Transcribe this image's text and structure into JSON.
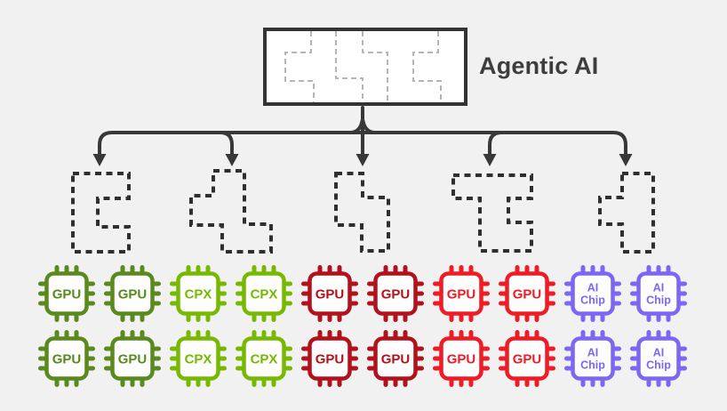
{
  "title": "Agentic AI",
  "colors": {
    "background": "#f1f1f2",
    "outline": "#383838",
    "box_border": "#333333",
    "box_fill": "#ffffff",
    "puzzle_divider_dash": "#b5b5b5",
    "workload_shape_dash": "#2f2f2f",
    "gpu_dark_green": "#5a8a1e",
    "cpx_light_green": "#76b900",
    "gpu_dark_red": "#b1121b",
    "gpu_bright_red": "#ee1c25",
    "ai_chip_purple": "#7d66f2"
  },
  "root_node": {
    "label": "Agentic AI",
    "icon": "puzzle-pieces-icon"
  },
  "branches": 5,
  "groups": [
    {
      "id": "group-1",
      "shape_icon": "dashed-puzzle-outline-1",
      "chip_label": "GPU",
      "color": "#5a8a1e",
      "rows": 2,
      "cols": 2
    },
    {
      "id": "group-2",
      "shape_icon": "dashed-puzzle-outline-2",
      "chip_label": "CPX",
      "color": "#76b900",
      "rows": 2,
      "cols": 2
    },
    {
      "id": "group-3",
      "shape_icon": "dashed-puzzle-outline-3",
      "chip_label": "GPU",
      "color": "#b1121b",
      "rows": 2,
      "cols": 2
    },
    {
      "id": "group-4",
      "shape_icon": "dashed-puzzle-outline-4",
      "chip_label": "GPU",
      "color": "#ee1c25",
      "rows": 2,
      "cols": 2
    },
    {
      "id": "group-5",
      "shape_icon": "dashed-puzzle-outline-5",
      "chip_label": "AI Chip",
      "color": "#7d66f2",
      "rows": 2,
      "cols": 2
    }
  ]
}
